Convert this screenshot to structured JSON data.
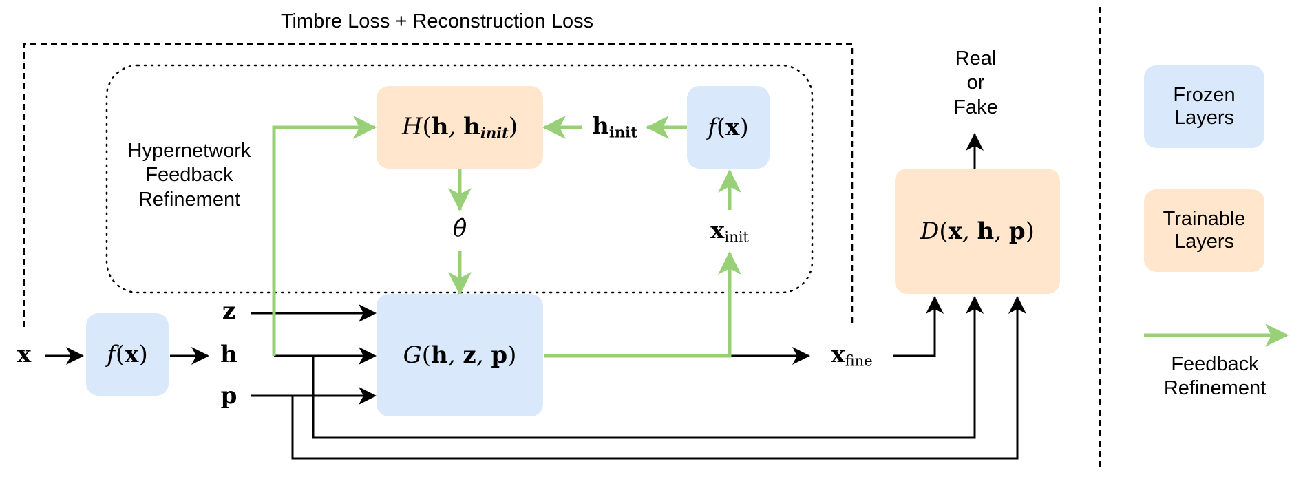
{
  "loss_label": "Timbre Loss + Reconstruction Loss",
  "hypernetwork_label": [
    "Hypernetwork",
    "Feedback",
    "Refinement"
  ],
  "discriminator_output": [
    "Real",
    "or",
    "Fake"
  ],
  "nodes": {
    "input_x": "x",
    "encoder": "f(x)",
    "h": "h",
    "z": "z",
    "p": "p",
    "hypernet": "H(h, h_init)",
    "h_init": "h_init",
    "encoder_feedback": "f(x)",
    "theta_hat": "θ̂",
    "x_init": "x_init",
    "generator": "G(h, z, p)",
    "x_fine": "x_fine",
    "discriminator": "D(x, h, p)"
  },
  "legend": {
    "frozen": [
      "Frozen",
      "Layers"
    ],
    "trainable": [
      "Trainable",
      "Layers"
    ],
    "feedback": [
      "Feedback",
      "Refinement"
    ]
  },
  "colors": {
    "frozen": "#dae8fc",
    "trainable": "#ffe6cc",
    "feedback_arrow": "#97d077",
    "arrow": "#000000"
  }
}
